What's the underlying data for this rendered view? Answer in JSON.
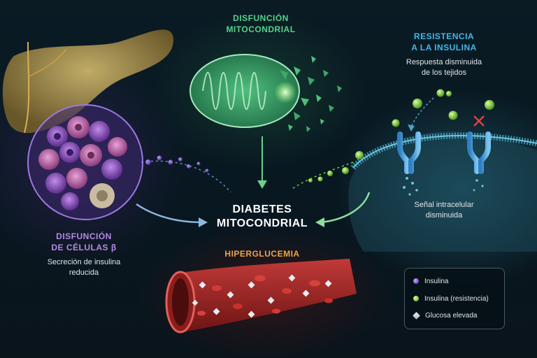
{
  "mitochondria": {
    "title_line1": "DISFUNCIÓN",
    "title_line2": "MITOCONDRIAL"
  },
  "insulin_resistance": {
    "title_line1": "RESISTENCIA",
    "title_line2": "A LA INSULINA",
    "desc_line1": "Respuesta disminuida",
    "desc_line2": "de los tejidos",
    "signal_line1": "Señal intracelular",
    "signal_line2": "disminuida"
  },
  "beta_cells": {
    "title_line1": "DISFUNCIÓN",
    "title_line2": "DE CÉLULAS β",
    "desc_line1": "Secreción de insulina",
    "desc_line2": "reducida"
  },
  "center": {
    "line1": "DIABETES",
    "line2": "MITOCONDRIAL"
  },
  "hyperglycemia": {
    "title": "HIPERGLUCEMIA"
  },
  "legend": {
    "items": [
      {
        "label": "Insulina",
        "icon": "purple-dot",
        "color": "#8a5ad6"
      },
      {
        "label": "Insulina (resistencia)",
        "icon": "green-dot",
        "color": "#7ccc3a"
      },
      {
        "label": "Glucosa elevada",
        "icon": "glucose-cube",
        "color": "#d9dde0"
      }
    ]
  },
  "colors": {
    "green": "#55d38a",
    "blue": "#46b6e8",
    "purple": "#b48ae8",
    "orange": "#f0a44a",
    "blood": "#a01c1c"
  }
}
